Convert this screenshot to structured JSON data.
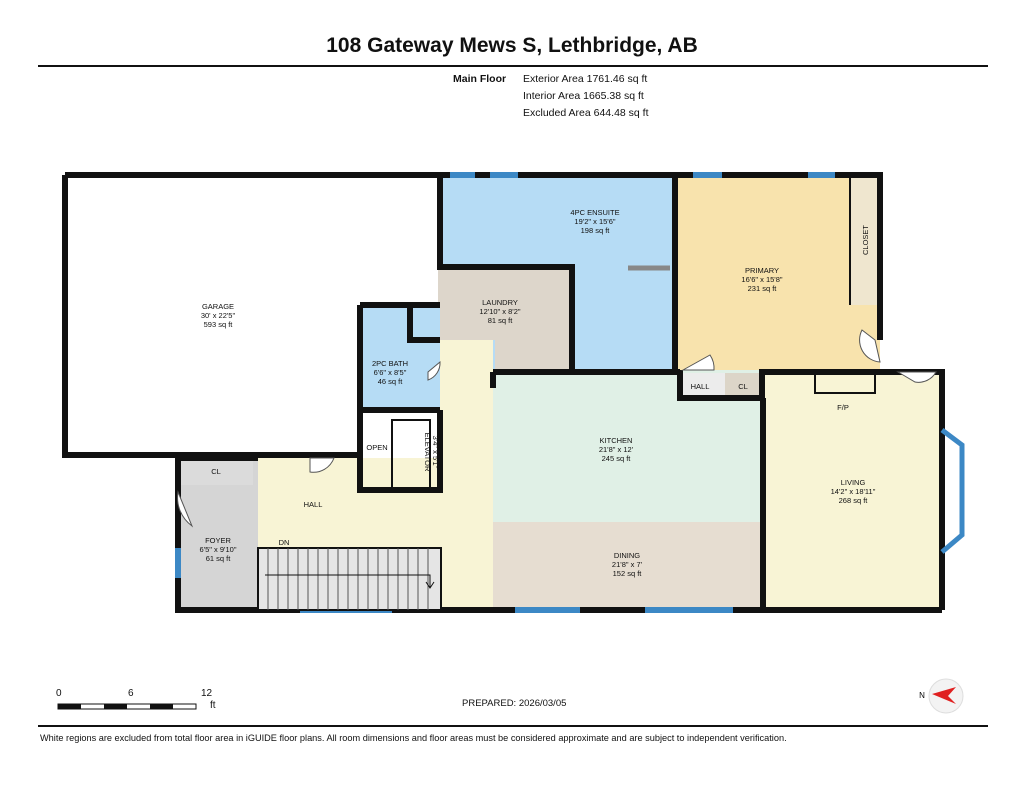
{
  "title": "108 Gateway Mews S, Lethbridge, AB",
  "floor": {
    "name": "Main Floor",
    "exterior_area": "Exterior Area 1761.46 sq ft",
    "interior_area": "Interior Area 1665.38 sq ft",
    "excluded_area": "Excluded Area 644.48 sq ft"
  },
  "rooms": {
    "garage": {
      "name": "GARAGE",
      "dim": "30' x 22'5\"",
      "area": "593 sq ft"
    },
    "ensuite": {
      "name": "4PC ENSUITE",
      "dim": "19'2\" x 15'6\"",
      "area": "198 sq ft"
    },
    "laundry": {
      "name": "LAUNDRY",
      "dim": "12'10\" x 8'2\"",
      "area": "81 sq ft"
    },
    "primary": {
      "name": "PRIMARY",
      "dim": "16'6\" x 15'8\"",
      "area": "231 sq ft"
    },
    "closet": {
      "name": "CLOSET"
    },
    "bath2": {
      "name": "2PC BATH",
      "dim": "6'6\" x 8'5\"",
      "area": "46 sq ft"
    },
    "open": {
      "name": "OPEN"
    },
    "elevator": {
      "name": "ELEVATOR",
      "dim": "3'4\" x 5'1\""
    },
    "hall_small": {
      "name": "HALL"
    },
    "cl_primary": {
      "name": "CL"
    },
    "kitchen": {
      "name": "KITCHEN",
      "dim": "21'8\" x 12'",
      "area": "245 sq ft"
    },
    "living": {
      "name": "LIVING",
      "dim": "14'2\" x 18'11\"",
      "area": "268 sq ft"
    },
    "fp": {
      "name": "F/P"
    },
    "cl_foyer": {
      "name": "CL"
    },
    "hall": {
      "name": "HALL"
    },
    "foyer": {
      "name": "FOYER",
      "dim": "6'5\" x 9'10\"",
      "area": "61 sq ft"
    },
    "dn": {
      "name": "DN"
    },
    "dining": {
      "name": "DINING",
      "dim": "21'8\" x 7'",
      "area": "152 sq ft"
    }
  },
  "scale": {
    "labels": [
      "0",
      "6",
      "12"
    ],
    "unit": "ft"
  },
  "compass": {
    "label": "N"
  },
  "prepared": "PREPARED: 2026/03/05",
  "footer": "White regions are excluded from total floor area in iGUIDE floor plans. All room dimensions and floor areas must be considered approximate and are subject to independent verification.",
  "colors": {
    "ensuite": "#b6dcf5",
    "primary": "#f8e3ad",
    "laundry": "#ddd6cb",
    "bath": "#b6dcf5",
    "kitchen": "#e0f0e6",
    "dining": "#e6ddd1",
    "living": "#f8f4d5",
    "hall": "#f8f4d5",
    "foyer": "#d5d5d5",
    "window": "#3c88c5"
  }
}
